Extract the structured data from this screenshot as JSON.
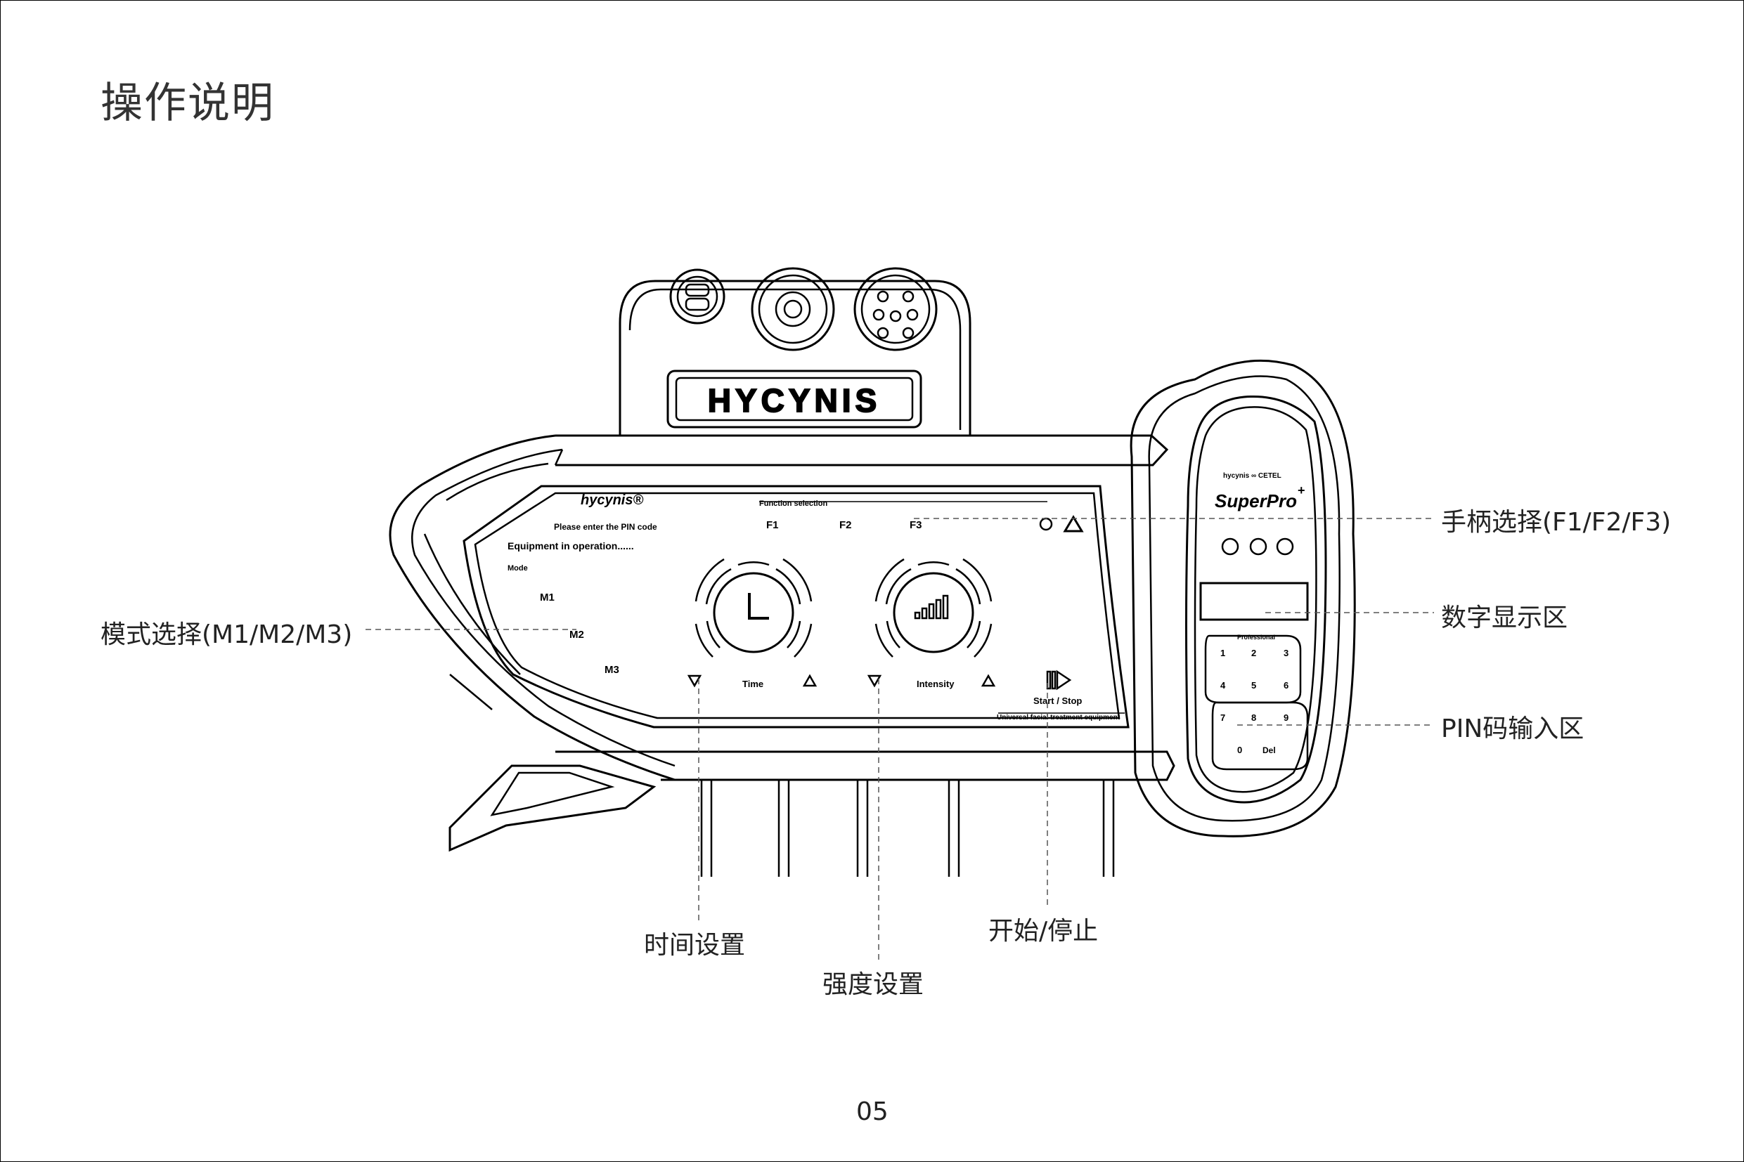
{
  "page": {
    "title": "操作说明",
    "page_number": "05"
  },
  "device": {
    "logo_text": "HYCYNIS",
    "panel_logo": "hycynis®",
    "function_selection": "Function selection",
    "pin_prompt": "Please enter the PIN code",
    "status_text": "Equipment in operation......",
    "mode_label": "Mode",
    "modes": [
      "M1",
      "M2",
      "M3"
    ],
    "functions": [
      "F1",
      "F2",
      "F3"
    ],
    "time_label": "Time",
    "intensity_label": "Intensity",
    "start_stop_label": "Start / Stop",
    "footer_text": "Universal facial treatment equipment",
    "side_panel": {
      "brand": "hycynis ∞ CETEL",
      "model": "SuperPro",
      "model_mark": "+",
      "professional_label": "Professional",
      "keys": [
        "1",
        "2",
        "3",
        "4",
        "5",
        "6",
        "7",
        "8",
        "9",
        "0",
        "Del"
      ]
    }
  },
  "callouts": {
    "handle_selection": "手柄选择(F1/F2/F3)",
    "digital_display": "数字显示区",
    "pin_input": "PIN码输入区",
    "mode_selection": "模式选择(M1/M2/M3)",
    "time_setting": "时间设置",
    "intensity_setting": "强度设置",
    "start_stop": "开始/停止"
  }
}
